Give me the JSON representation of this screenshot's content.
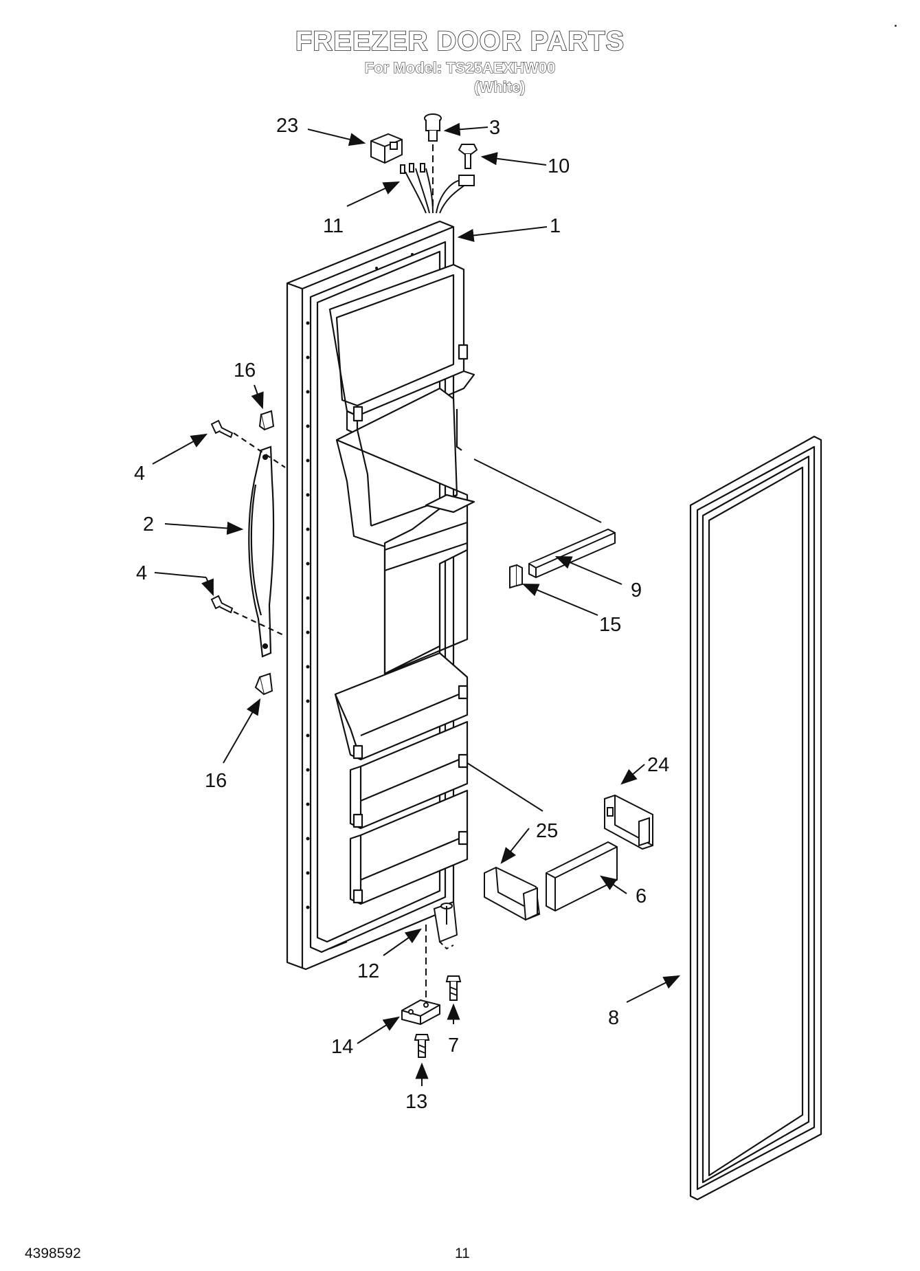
{
  "header": {
    "title": "FREEZER DOOR PARTS",
    "model_line": "For Model: TS25AEXHW00",
    "color": "(White)"
  },
  "callouts": {
    "p1": "1",
    "p2": "2",
    "p3": "3",
    "p4a": "4",
    "p4b": "4",
    "p6": "6",
    "p7": "7",
    "p8": "8",
    "p9": "9",
    "p10": "10",
    "p11": "11",
    "p12": "12",
    "p13": "13",
    "p14": "14",
    "p15": "15",
    "p16a": "16",
    "p16b": "16",
    "p23": "23",
    "p24": "24",
    "p25": "25"
  },
  "footer": {
    "doc_number": "4398592",
    "page_number": "11"
  }
}
